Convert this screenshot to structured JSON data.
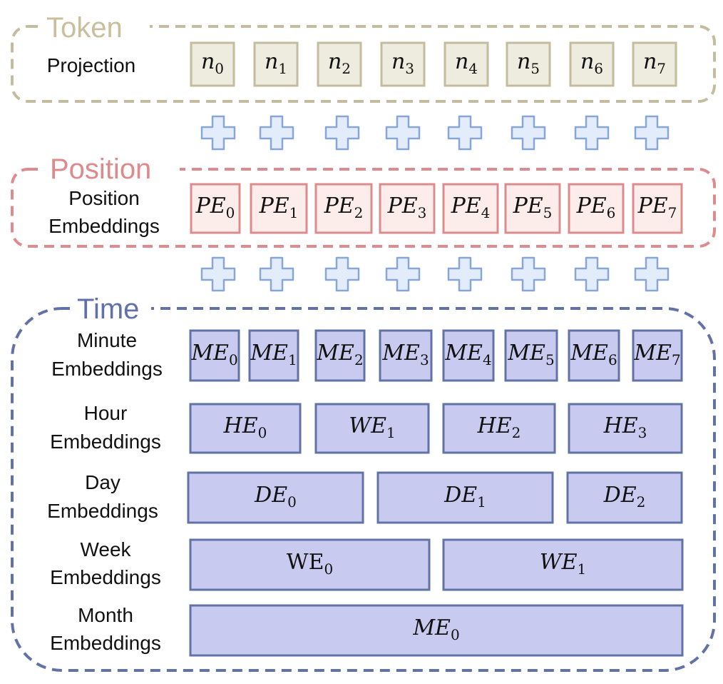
{
  "colors": {
    "token_stroke": "#c3bc9e",
    "token_fill": "#eeecdf",
    "token_title": "#c9bf9d",
    "position_stroke": "#dc8c8e",
    "position_fill": "#fcecea",
    "position_title": "#de8a8c",
    "time_stroke": "#6272a5",
    "time_fill": "#c9caef",
    "time_title": "#6070a8",
    "plus_stroke": "#89a7d6",
    "plus_fill": "#e3ecfa"
  },
  "groups": {
    "token": {
      "title": "Token"
    },
    "position": {
      "title": "Position"
    },
    "time": {
      "title": "Time"
    }
  },
  "rows": {
    "projection": {
      "label": [
        "Projection"
      ],
      "cells": [
        "n0",
        "n1",
        "n2",
        "n3",
        "n4",
        "n5",
        "n6",
        "n7"
      ]
    },
    "position": {
      "label": [
        "Position",
        "Embeddings"
      ],
      "cells": [
        "PE0",
        "PE1",
        "PE2",
        "PE3",
        "PE4",
        "PE5",
        "PE6",
        "PE7"
      ]
    },
    "minute": {
      "label": [
        "Minute",
        "Embeddings"
      ],
      "cells": [
        "ME0",
        "ME1",
        "ME2",
        "ME3",
        "ME4",
        "ME5",
        "ME6",
        "ME7"
      ]
    },
    "hour": {
      "label": [
        "Hour",
        "Embeddings"
      ],
      "cells": [
        "HE0",
        "WE1",
        "HE2",
        "HE3"
      ]
    },
    "day": {
      "label": [
        "Day",
        "Embeddings"
      ],
      "cells": [
        "DE0",
        "DE1",
        "DE2"
      ]
    },
    "week": {
      "label": [
        "Week",
        "Embeddings"
      ],
      "cells": [
        "WE0",
        "WE1"
      ]
    },
    "month": {
      "label": [
        "Month",
        "Embeddings"
      ],
      "cells": [
        "ME0"
      ]
    }
  },
  "plus_icon": "plus-icon"
}
